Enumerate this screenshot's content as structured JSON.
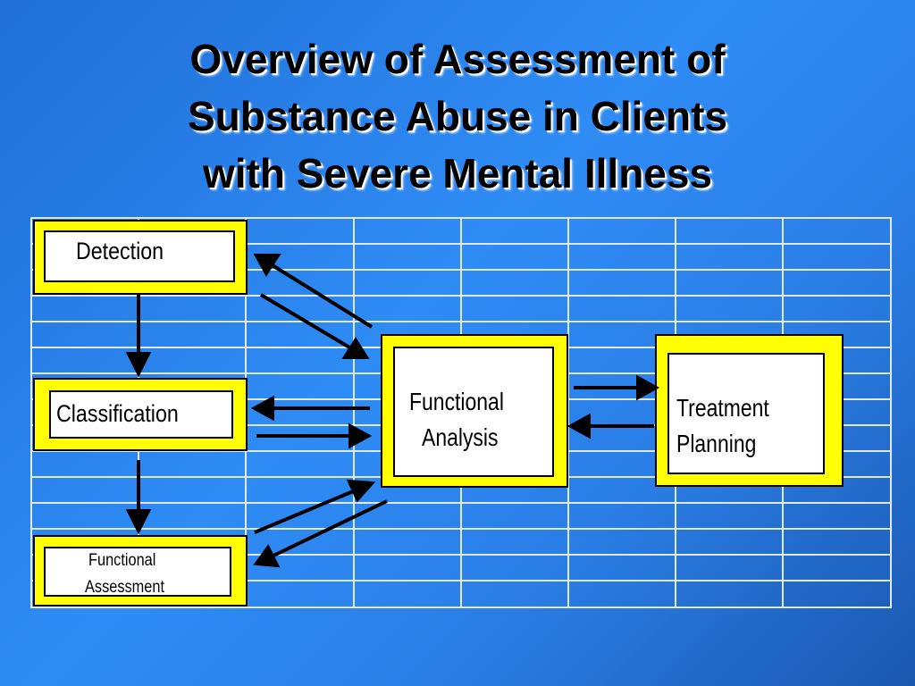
{
  "title": {
    "line1": "Overview of Assessment of",
    "line2": "Substance Abuse in Clients",
    "line3": "with Severe Mental Illness"
  },
  "boxes": {
    "detection": "Detection",
    "classification": "Classification",
    "functional_assessment_line1": "Functional",
    "functional_assessment_line2": "Assessment",
    "functional_analysis_line1": "Functional",
    "functional_analysis_line2": "Analysis",
    "treatment_planning_line1": "Treatment",
    "treatment_planning_line2": "Planning"
  },
  "colors": {
    "box_fill": "#ffff00",
    "background": "#2f8cf5",
    "grid_lines": "#dfe9f7"
  }
}
